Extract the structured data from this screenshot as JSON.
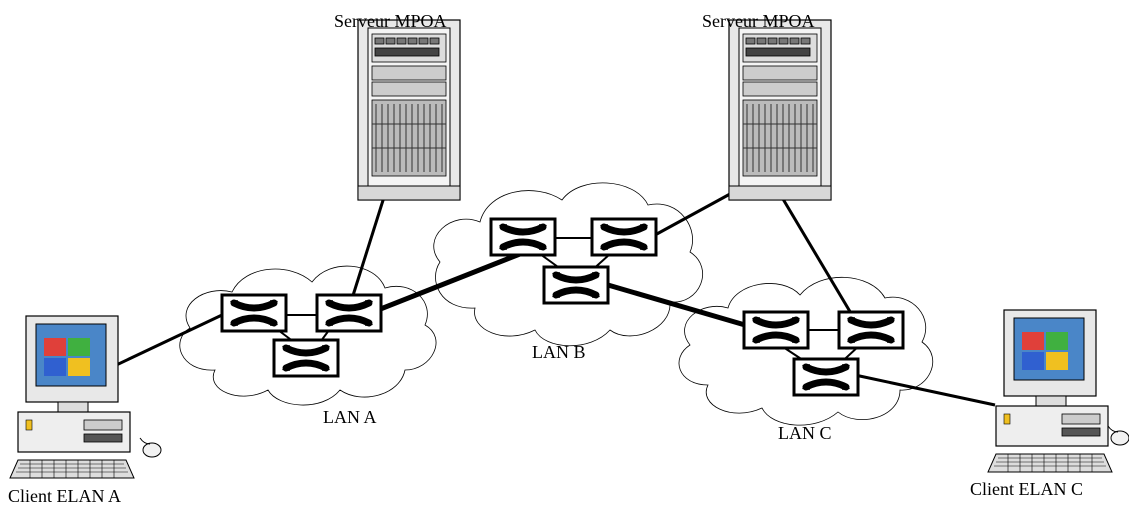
{
  "labels": {
    "server_left": "Serveur MPOA",
    "server_right": "Serveur MPOA",
    "lan_a": "LAN A",
    "lan_b": "LAN B",
    "lan_c": "LAN C",
    "client_a": "Client ELAN A",
    "client_c": "Client ELAN C"
  },
  "colors": {
    "line": "#000000",
    "cloud_fill": "#ffffff",
    "server_body": "#e6e6e6",
    "screen": "#5aa0d8"
  }
}
